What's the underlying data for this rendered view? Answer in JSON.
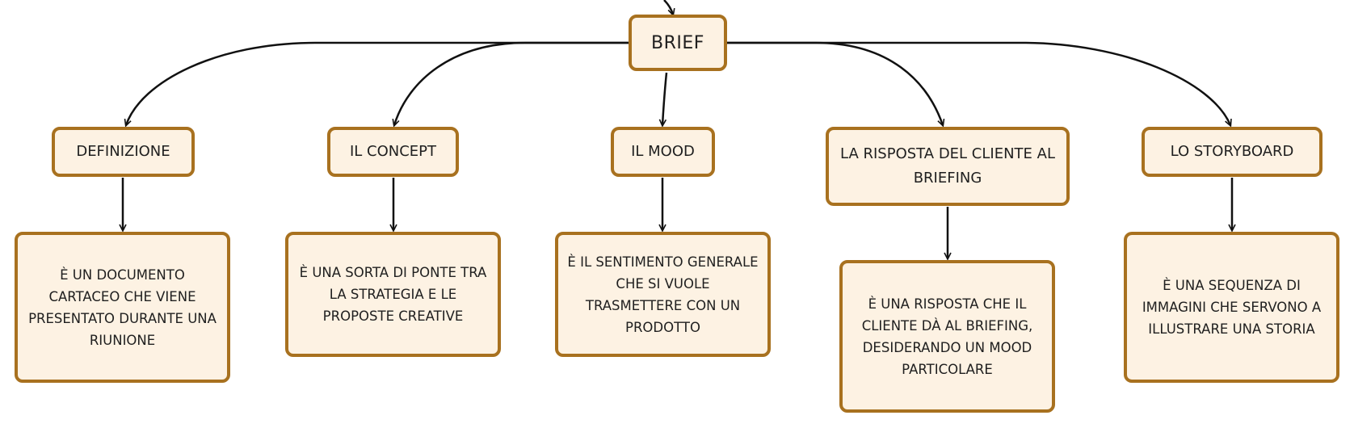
{
  "root": {
    "label": "BRIEF"
  },
  "topics": [
    {
      "label": "DEFINIZIONE",
      "description": "È UN DOCUMENTO CARTACEO CHE VIENE PRESENTATO DURANTE UNA RIUNIONE"
    },
    {
      "label": "IL CONCEPT",
      "description": "È UNA SORTA DI PONTE TRA LA STRATEGIA E LE PROPOSTE CREATIVE"
    },
    {
      "label": "IL MOOD",
      "description": "È IL SENTIMENTO GENERALE CHE SI VUOLE TRASMETTERE CON UN PRODOTTO"
    },
    {
      "label": "LA RISPOSTA DEL CLIENTE AL BRIEFING",
      "description": "È UNA RISPOSTA CHE IL CLIENTE DÀ AL BRIEFING, DESIDERANDO UN MOOD PARTICOLARE"
    },
    {
      "label": "LO STORYBOARD",
      "description": "È UNA SEQUENZA DI IMMAGINI CHE SERVONO A ILLUSTRARE UNA STORIA"
    }
  ],
  "colors": {
    "node_fill": "#fdf2e3",
    "node_border": "#a8711f",
    "connector": "#111111"
  }
}
